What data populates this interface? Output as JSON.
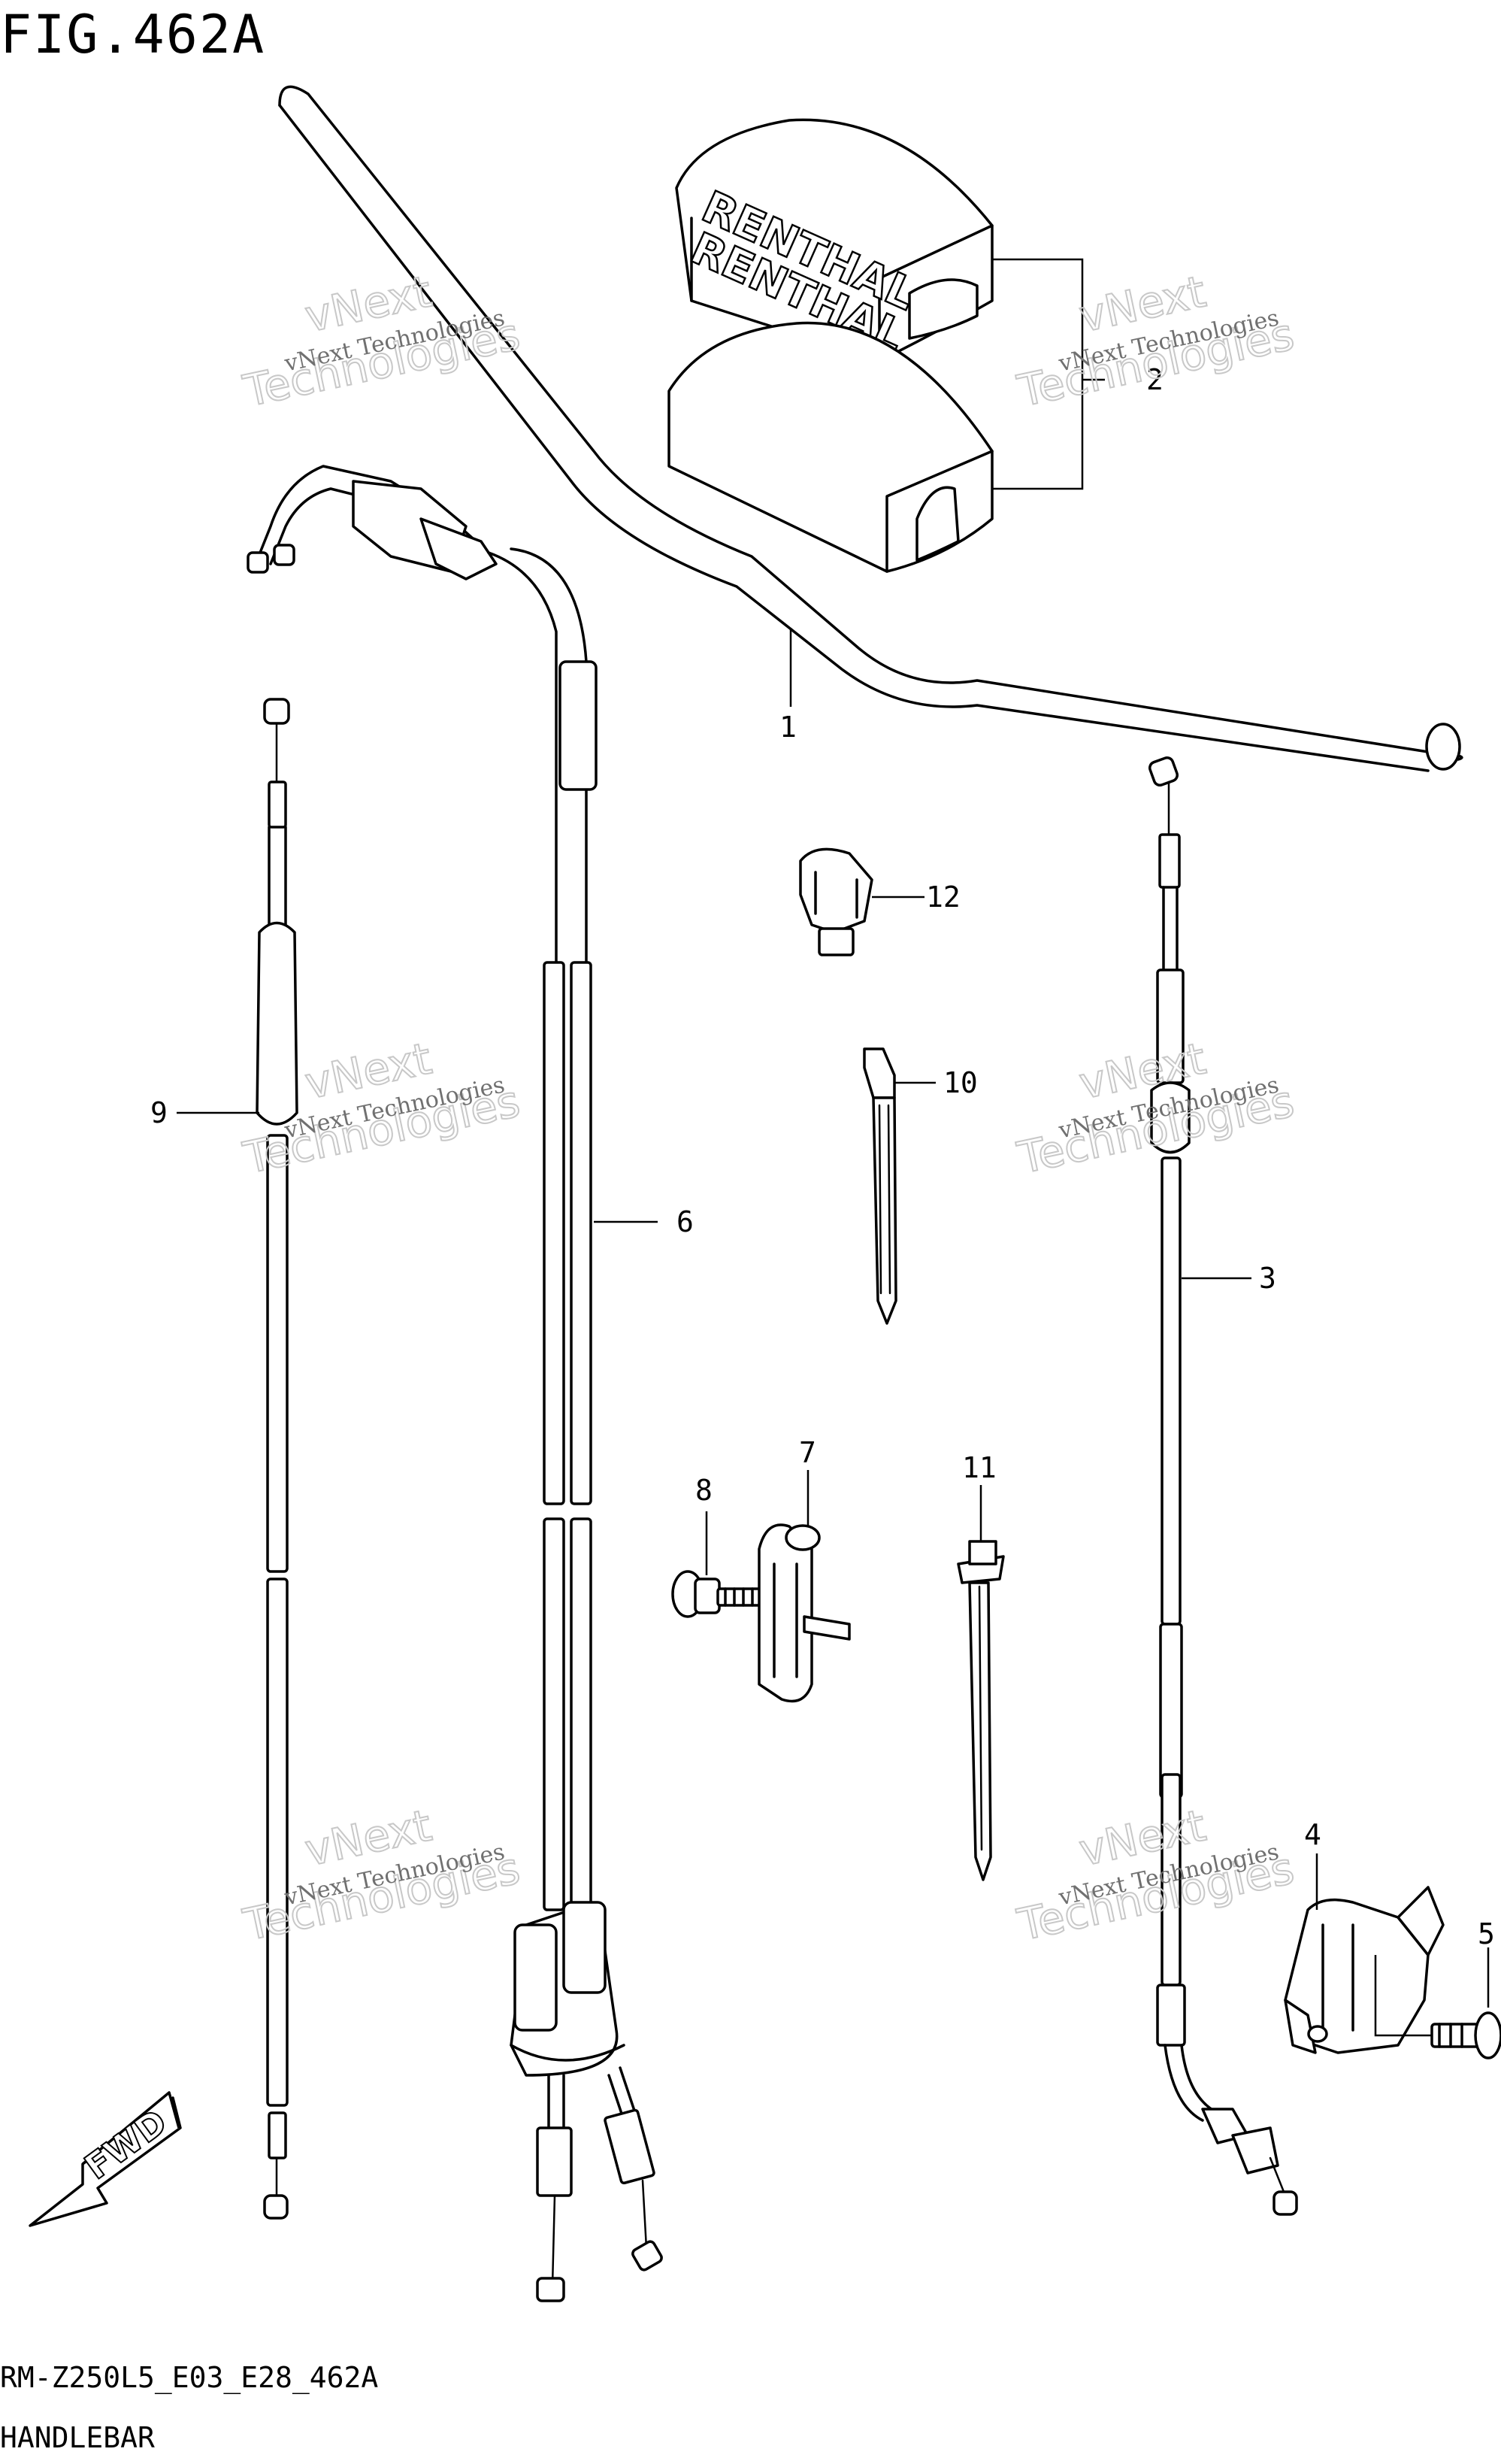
{
  "figure": {
    "title": "FIG.462A",
    "code": "RM-Z250L5_E03_E28_462A",
    "name": "HANDLEBAR"
  },
  "watermark": {
    "line1": "vNext Technologies",
    "line2": "vNext",
    "line3": "Technologies"
  },
  "brand_text": "RENTHAL",
  "direction_label": "FWD",
  "callouts": [
    {
      "id": "1",
      "label": "1"
    },
    {
      "id": "2",
      "label": "2"
    },
    {
      "id": "3",
      "label": "3"
    },
    {
      "id": "4",
      "label": "4"
    },
    {
      "id": "5",
      "label": "5"
    },
    {
      "id": "6",
      "label": "6"
    },
    {
      "id": "7",
      "label": "7"
    },
    {
      "id": "8",
      "label": "8"
    },
    {
      "id": "9",
      "label": "9"
    },
    {
      "id": "10",
      "label": "10"
    },
    {
      "id": "11",
      "label": "11"
    },
    {
      "id": "12",
      "label": "12"
    }
  ]
}
